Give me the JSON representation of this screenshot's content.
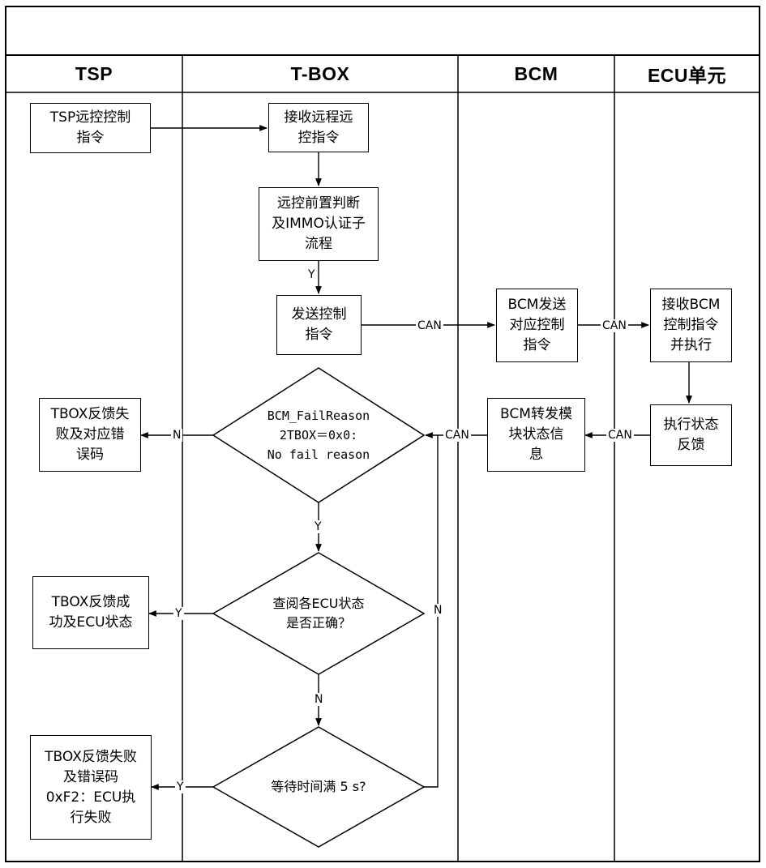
{
  "lanes": {
    "tsp": "TSP",
    "tbox": "T-BOX",
    "bcm": "BCM",
    "ecu": "ECU单元"
  },
  "nodes": {
    "tsp_command": "TSP远控控制\n指令",
    "tbox_receive": "接收远程远\n控指令",
    "precheck": "远控前置判断\n及IMMO认证子\n流程",
    "send_command": "发送控制\n指令",
    "bcm_send": "BCM发送\n对应控制\n指令",
    "ecu_receive": "接收BCM\n控制指令\n并执行",
    "ecu_feedback": "执行状态\n反馈",
    "bcm_forward": "BCM转发模\n块状态信\n息",
    "fail_reason_check": "BCM_FailReason\n2TBOX＝0x0:\nNo fail reason",
    "tbox_fail_code": "TBOX反馈失\n败及对应错\n误码",
    "ecu_status_check": "查阅各ECU状态\n是否正确？",
    "tbox_success": "TBOX反馈成\n功及ECU状态",
    "wait_check": "等待时间满 5 s?",
    "tbox_fail_f2": "TBOX反馈失败\n及错误码\n0xF2：ECU执\n行失败"
  },
  "edge_labels": {
    "y_precheck": "Y",
    "can_send": "CAN",
    "can_bcm_ecu": "CAN",
    "can_ecu_bcm": "CAN",
    "can_bcm_tbox": "CAN",
    "n_fail": "N",
    "y_fail_reason": "Y",
    "y_success": "Y",
    "n_ecu_status": "N",
    "y_wait": "Y",
    "n_wait": "N"
  }
}
